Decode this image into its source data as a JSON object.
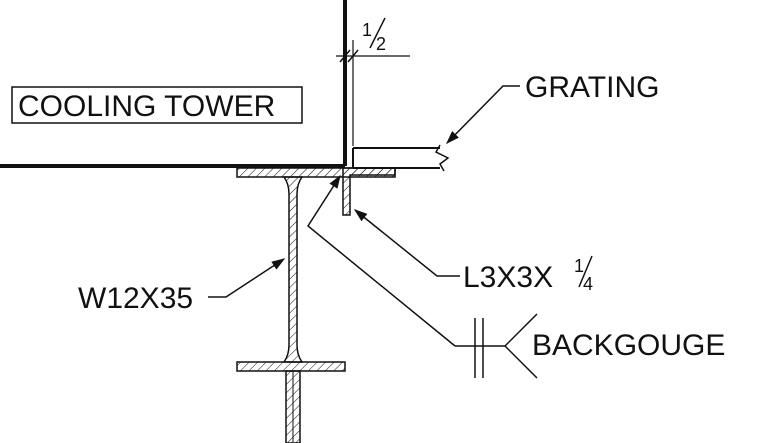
{
  "labels": {
    "area": "COOLING TOWER",
    "grating": "GRATING",
    "beam": "W12X35",
    "angle_main": "L3X3X",
    "angle_frac_num": "1",
    "angle_frac_den": "4",
    "weld_note": "BACKGOUGE",
    "gap_num": "1",
    "gap_den": "2"
  },
  "colors": {
    "line": "#111111",
    "background": "#ffffff"
  }
}
